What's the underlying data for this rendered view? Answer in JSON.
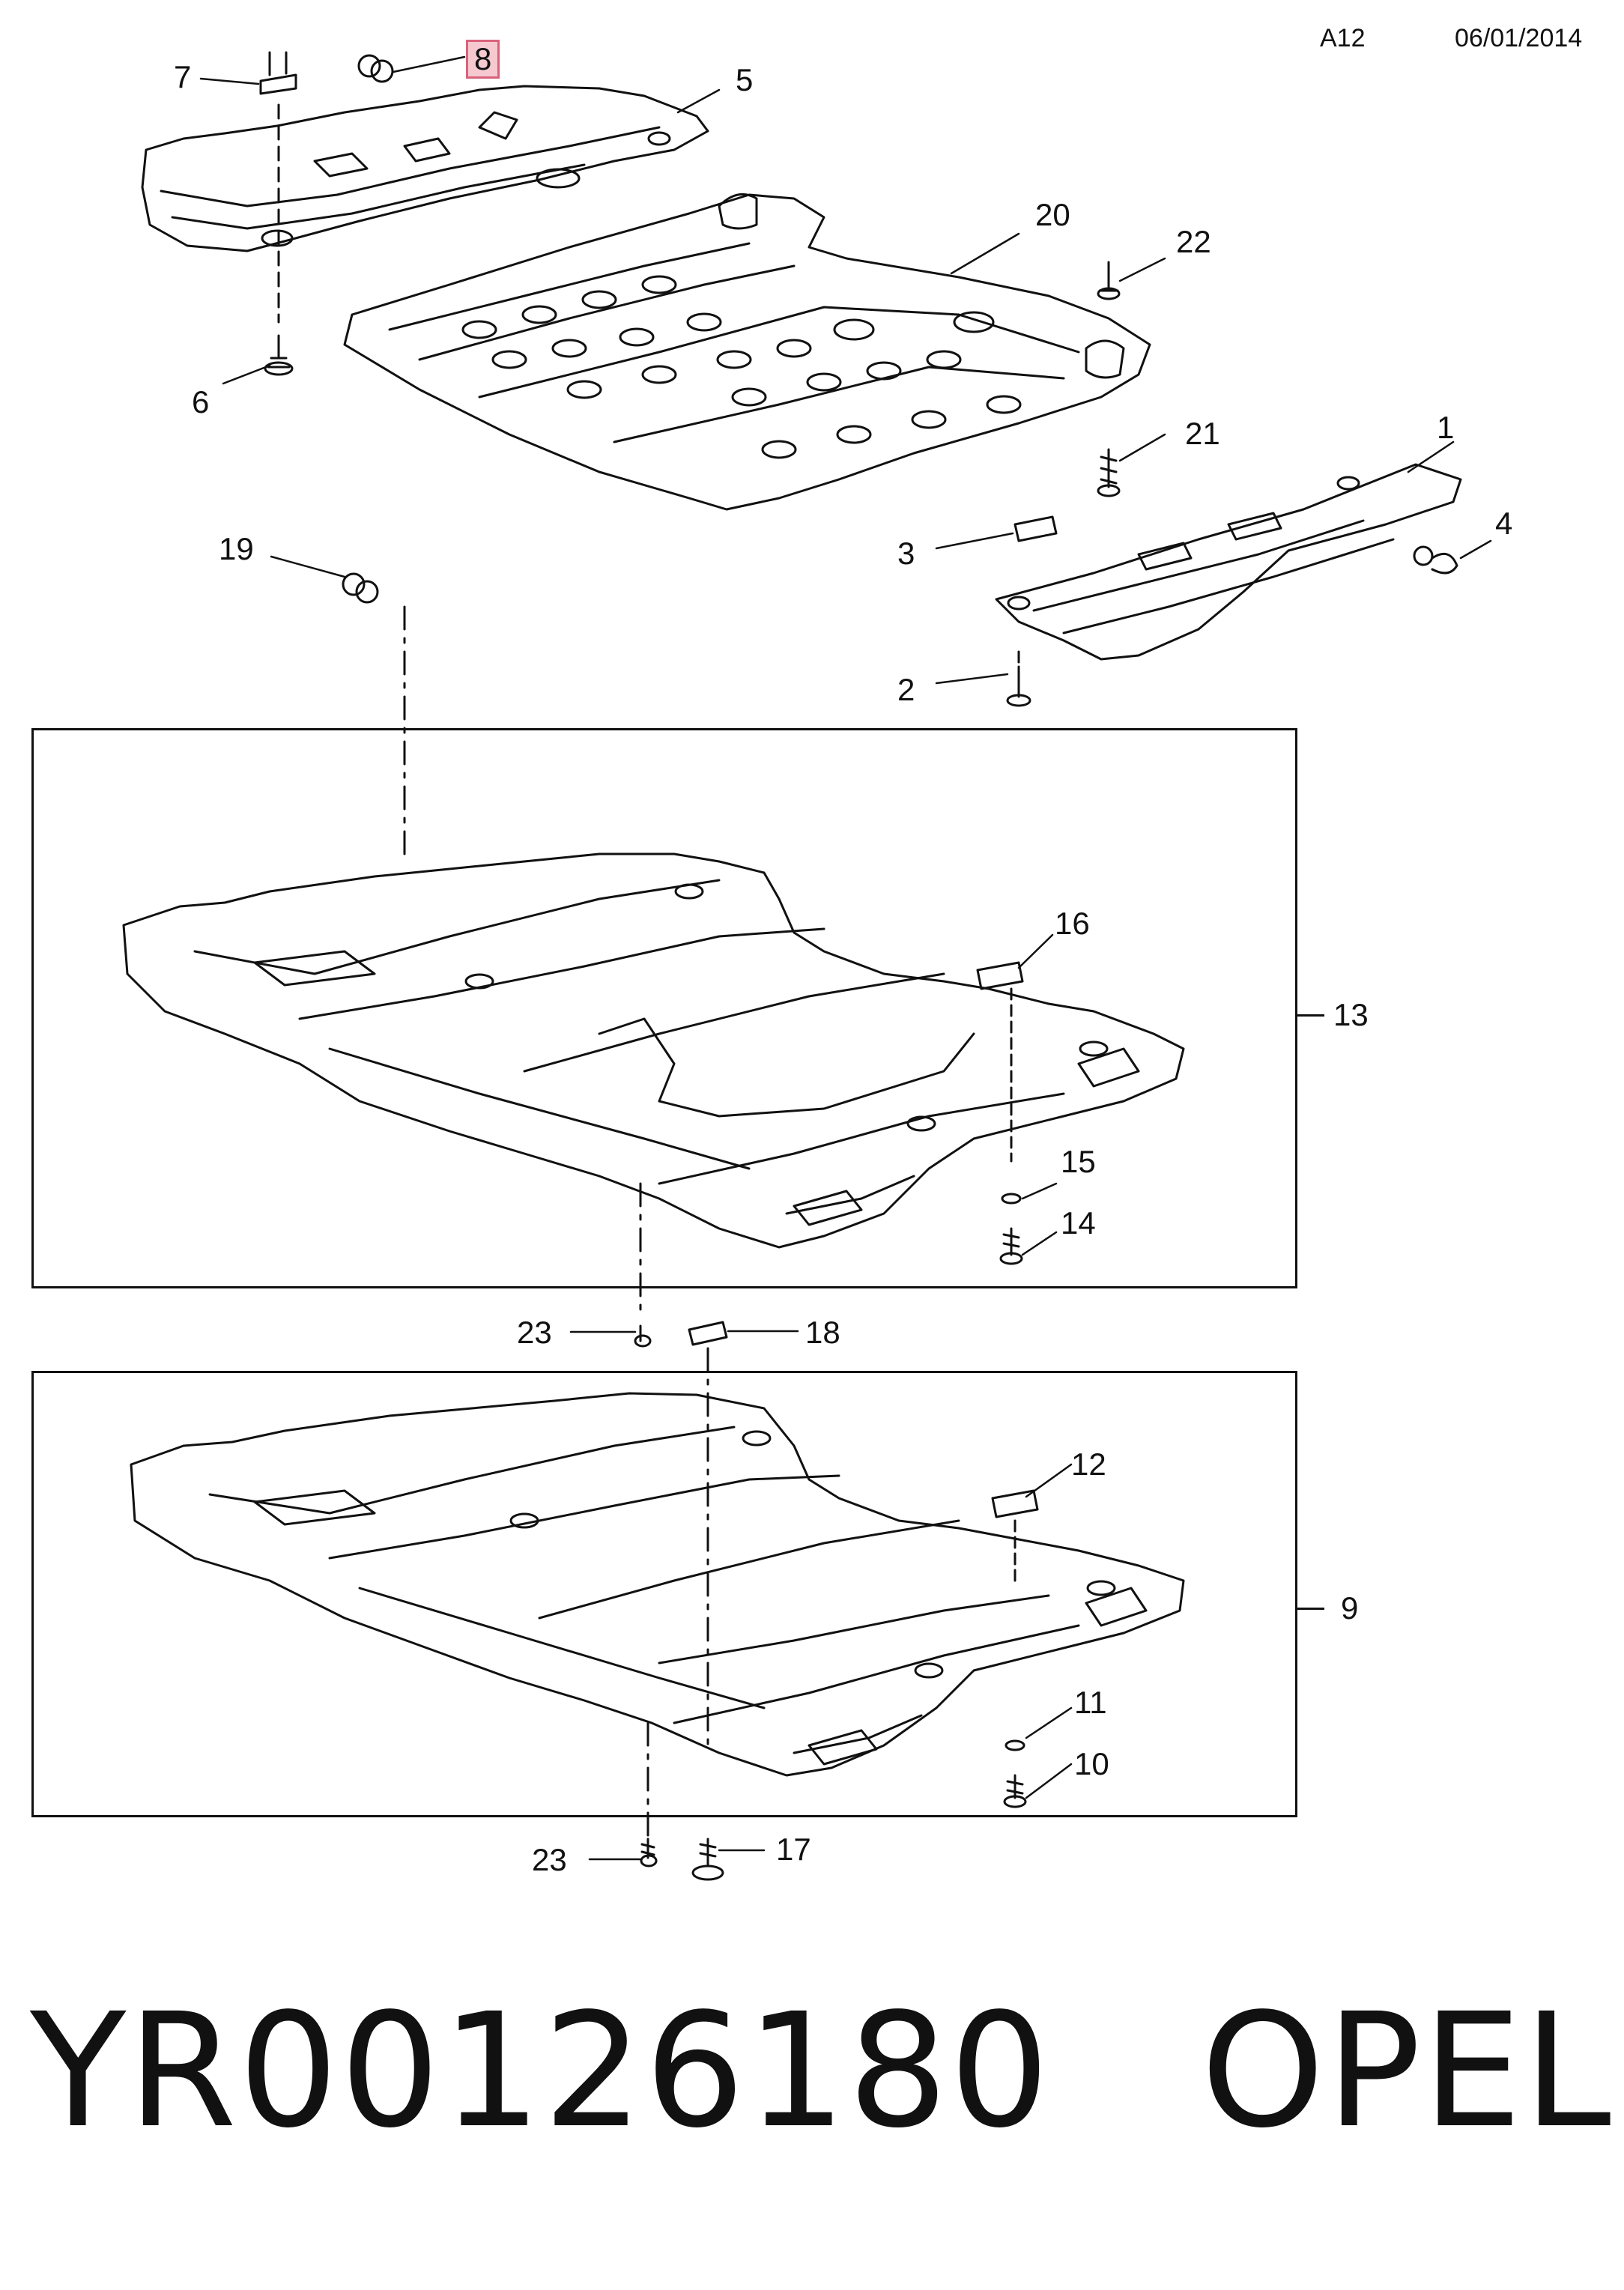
{
  "header": {
    "code": "A12",
    "date": "06/01/2014"
  },
  "callouts": {
    "c1": "1",
    "c2": "2",
    "c3": "3",
    "c4": "4",
    "c5": "5",
    "c6": "6",
    "c7": "7",
    "c8": "8",
    "c9": "9",
    "c10": "10",
    "c11": "11",
    "c12": "12",
    "c13": "13",
    "c14": "14",
    "c15": "15",
    "c16": "16",
    "c17": "17",
    "c18": "18",
    "c19": "19",
    "c20": "20",
    "c21": "21",
    "c22": "22",
    "c23a": "23",
    "c23b": "23"
  },
  "highlighted_callout": "8",
  "footer": {
    "part_number": "YR00126180",
    "brand": "OPEL"
  }
}
